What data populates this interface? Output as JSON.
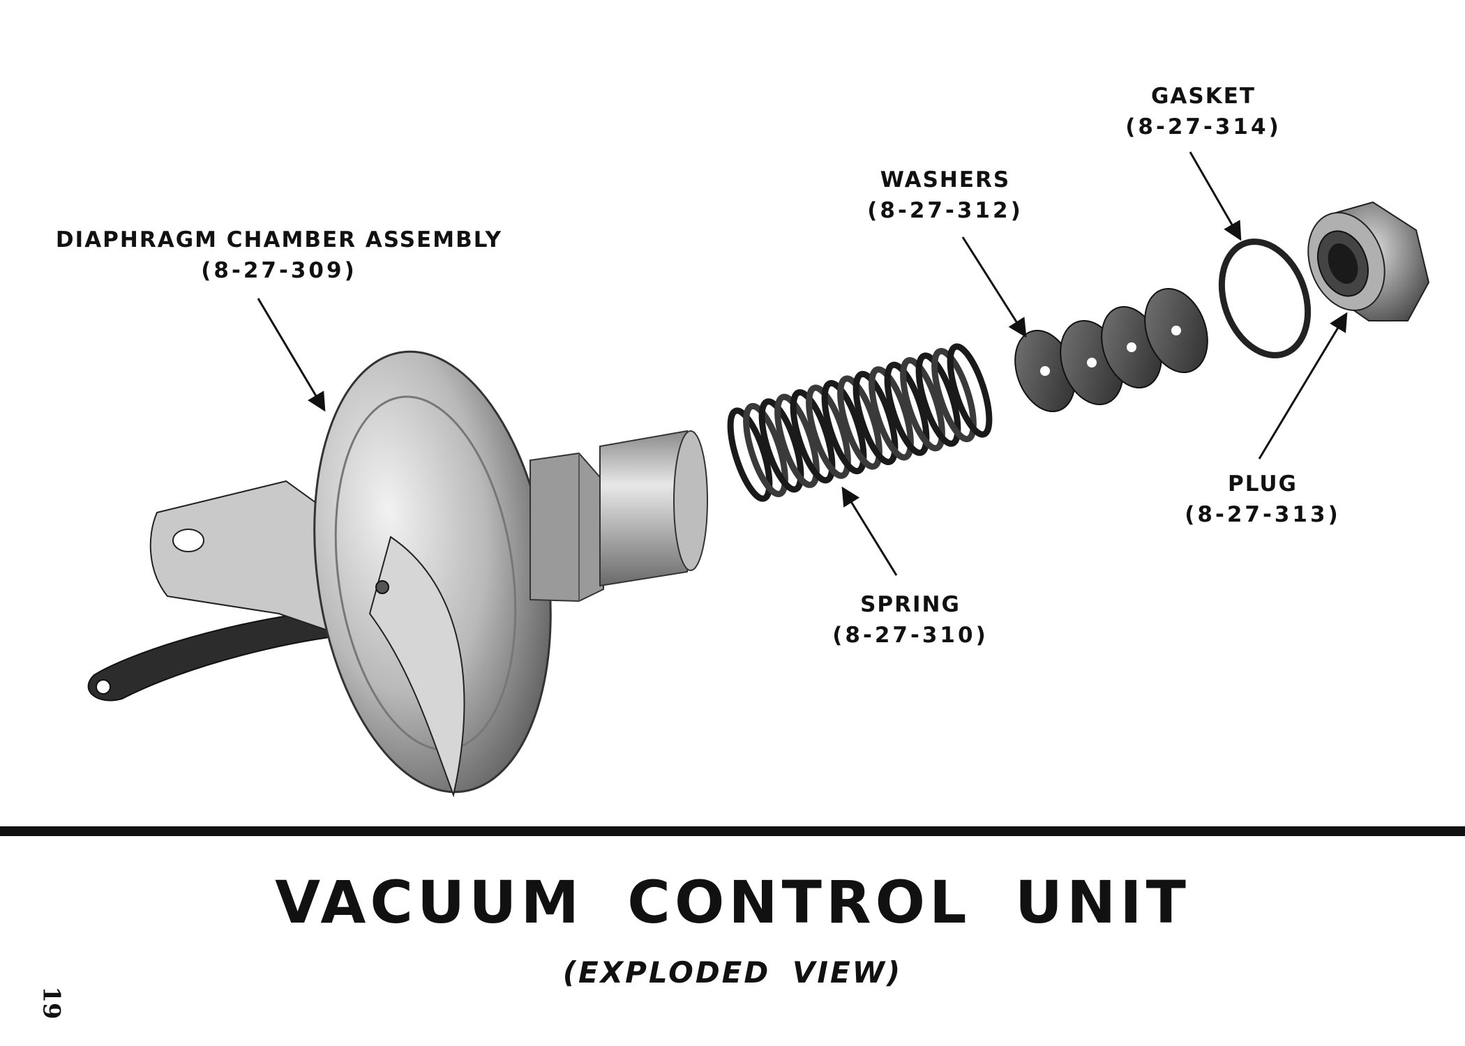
{
  "callouts": {
    "diaphragm": {
      "name": "DIAPHRAGM CHAMBER ASSEMBLY",
      "number": "(8-27-309)"
    },
    "washers": {
      "name": "WASHERS",
      "number": "(8-27-312)"
    },
    "gasket": {
      "name": "GASKET",
      "number": "(8-27-314)"
    },
    "spring": {
      "name": "SPRING",
      "number": "(8-27-310)"
    },
    "plug": {
      "name": "PLUG",
      "number": "(8-27-313)"
    }
  },
  "title": "VACUUM CONTROL UNIT",
  "subtitle": "(EXPLODED VIEW)",
  "page_number": "19",
  "colors": {
    "ink": "#111111",
    "metal_light": "#e6e6e6",
    "metal_mid": "#a8a8a8",
    "metal_dark": "#3a3a3a"
  }
}
